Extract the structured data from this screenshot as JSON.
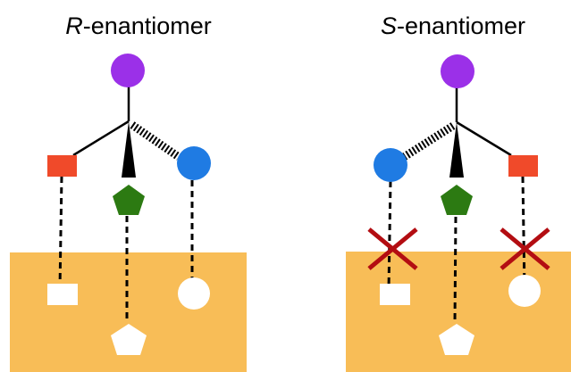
{
  "panels": {
    "left": {
      "title_letter": "R",
      "title_rest": "-enantiomer"
    },
    "right": {
      "title_letter": "S",
      "title_rest": "-enantiomer"
    }
  },
  "colors": {
    "receptor": "#f8bd57",
    "top_group": "#9b30e8",
    "square_group": "#f04a2a",
    "pentagon_group": "#2c7a12",
    "circle_group": "#1f7be3",
    "mismatch_x": "#b30d12",
    "bond": "#000000",
    "binding_site": "#ffffff"
  },
  "legend_icons": {
    "mismatch": "red-x-icon"
  }
}
